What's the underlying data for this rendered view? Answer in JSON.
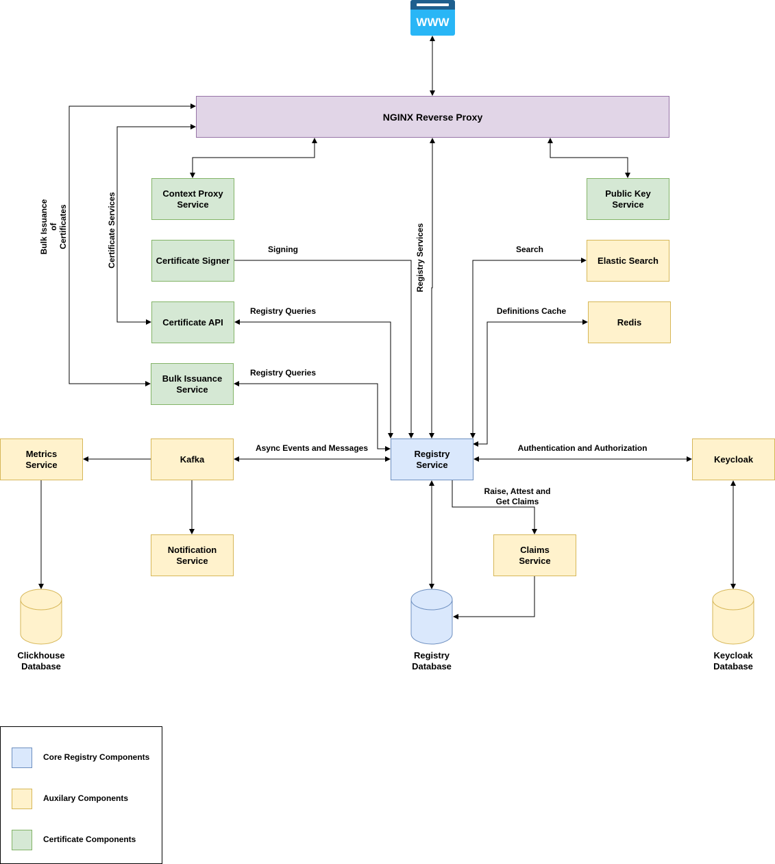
{
  "nodes": {
    "nginx": "NGINX Reverse Proxy",
    "context_proxy": "Context Proxy\nService",
    "public_key": "Public Key\nService",
    "cert_signer": "Certificate Signer",
    "elastic": "Elastic Search",
    "cert_api": "Certificate API",
    "redis": "Redis",
    "bulk_issuance": "Bulk Issuance\nService",
    "metrics": "Metrics\nService",
    "kafka": "Kafka",
    "registry_service": "Registry\nService",
    "keycloak": "Keycloak",
    "notification": "Notification\nService",
    "claims": "Claims\nService",
    "www_icon_text": "WWW"
  },
  "databases": {
    "clickhouse": "Clickhouse\nDatabase",
    "registry": "Registry\nDatabase",
    "keycloak": "Keycloak\nDatabase"
  },
  "edge_labels": {
    "signing": "Signing",
    "search": "Search",
    "registry_queries_1": "Registry Queries",
    "definitions_cache": "Definitions Cache",
    "registry_queries_2": "Registry Queries",
    "async_events": "Async Events and Messages",
    "authn_authz": "Authentication and Authorization",
    "claims_ops": "Raise, Attest and\nGet Claims",
    "registry_services": "Registry Services",
    "certificate_services": "Certificate Services",
    "bulk_issuance_certs": "Bulk Issuance\nof\nCertificates"
  },
  "legend": {
    "core": "Core Registry Components",
    "aux": "Auxilary Components",
    "cert": "Certificate Components"
  },
  "colors": {
    "core_fill": "#dae8fc",
    "aux_fill": "#fff2cc",
    "cert_fill": "#d5e8d4",
    "proxy_fill": "#e1d5e7",
    "www_blue": "#29b6f6",
    "www_dark": "#1e5f8e"
  }
}
